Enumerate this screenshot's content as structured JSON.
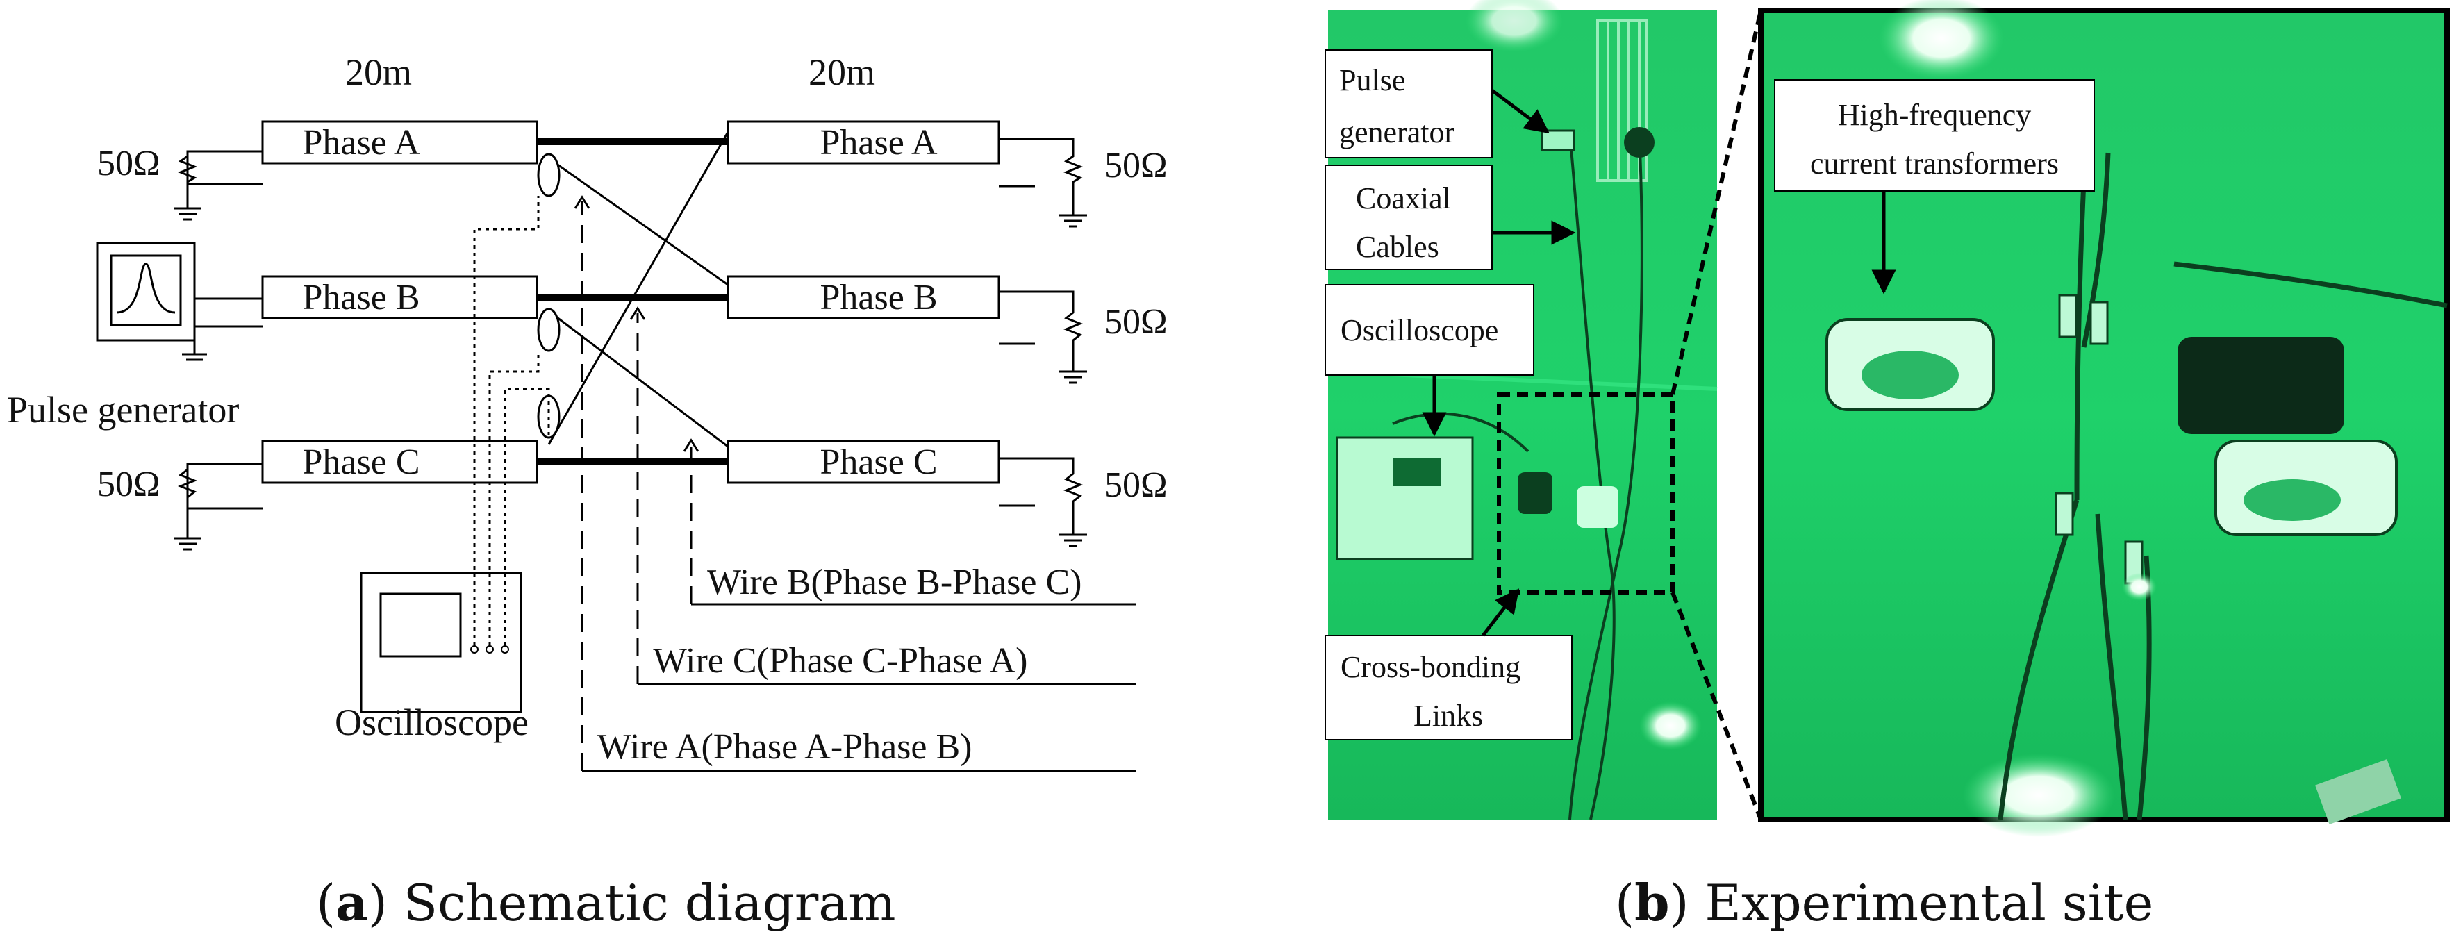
{
  "schematic": {
    "length_left": "20m",
    "length_right": "20m",
    "phases_left": [
      "Phase A",
      "Phase B",
      "Phase C"
    ],
    "phases_right": [
      "Phase A",
      "Phase B",
      "Phase C"
    ],
    "resistor_left_a": "50Ω",
    "resistor_left_c": "50Ω",
    "resistor_right_a": "50Ω",
    "resistor_right_b": "50Ω",
    "resistor_right_c": "50Ω",
    "pulse_generator_label": "Pulse generator",
    "oscilloscope_label": "Oscilloscope",
    "wire_b_label": "Wire B(Phase B-Phase C)",
    "wire_c_label": "Wire C(Phase C-Phase A)",
    "wire_a_label": "Wire A(Phase A-Phase B)"
  },
  "photo": {
    "label_pulse_line1": "Pulse",
    "label_pulse_line2": "generator",
    "label_coax_line1": "Coaxial",
    "label_coax_line2": "Cables",
    "label_osc": "Oscilloscope",
    "label_cross_line1": "Cross-bonding",
    "label_cross_line2": "Links",
    "label_hf_line1": "High-frequency",
    "label_hf_line2": "current transformers",
    "colors": {
      "green_bg": "#1fd16a",
      "green_dark": "#0c8a3c"
    }
  },
  "captions": {
    "a_letter": "a",
    "a_text": " Schematic diagram",
    "b_letter": "b",
    "b_text": " Experimental site"
  }
}
